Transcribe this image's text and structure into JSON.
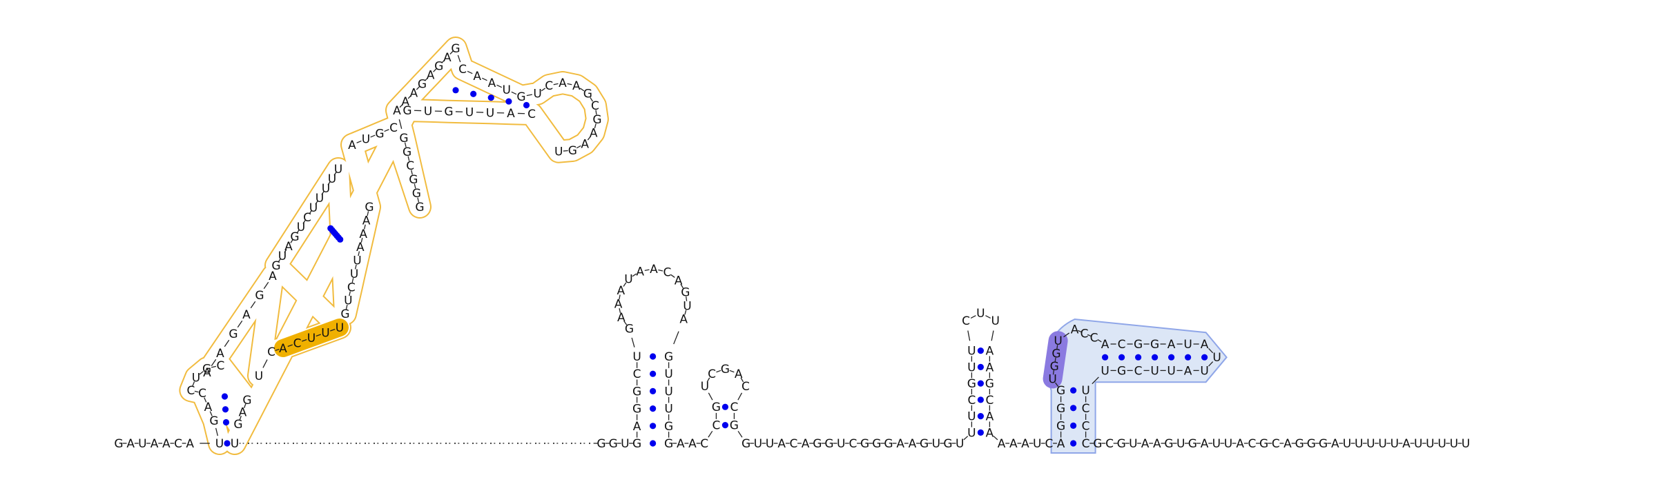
{
  "sequence_5p": "GAUAACA",
  "dash_gap": ".......................................",
  "domain1": {
    "outline_color": "#F0B429",
    "highlight_color": "#F0B000",
    "closing_pair_5p": "U",
    "closing_pair_3p": "U",
    "hairpin1_5p_stem": "GAC",
    "hairpin1_loop": "CUGC",
    "hairpin1_3p_stem": "GAG",
    "interior_strand_a": "AAGAGA",
    "interior_strand_b": "UC",
    "bulge_highlight": "ACUUU",
    "helix_strand_5p": "GUAGUCUUUUU",
    "helix_strand_3p": "GUCUUAAAG",
    "multiloop_5p": "AUGC",
    "multiloop_3p": "GGGCGG",
    "hairpin2_loop_5p": "AAAGAGAG",
    "hairpin2_stem_5p": "CAAUG",
    "hairpin2_loop": "UCAAGCGAAGU",
    "hairpin2_stem_3p": "CAUUGUG"
  },
  "hairpin_a": {
    "stem_5p": "GAGGCU",
    "loop": "GAAAUAACAGUA",
    "stem_3p": "GUUUGG"
  },
  "hairpin_b": {
    "stem_5p": "CG",
    "loop": "UCGAC",
    "stem_3p": "CG"
  },
  "linker_1": "GGU",
  "linker_2": "AAC",
  "linker_3": "GUUACAGGUCGGGAAGUGU",
  "hairpin_c": {
    "stem_5p": "UUCGUU",
    "loop": "CUU",
    "stem_3p": "AAGCAA"
  },
  "linker_4": "AAAUC",
  "domain2": {
    "outline_color": "#8FA6E8",
    "fill_color": "#DCE6F6",
    "highlight_color": "#8A7AE0",
    "outer_stem_5p": "AGGG",
    "outer_stem_3p": "UCCC",
    "junction_highlight": "UGGU",
    "junction_top": "ACC",
    "inner_stem_5p": "ACGGAUA",
    "inner_loop": "U",
    "inner_stem_3p": "UAUUCGU"
  },
  "sequence_3p": "GCGUAAGUGAUUACGCAGGGAUUUUUAUUUUU",
  "pair_dot_color": "#0000EE"
}
